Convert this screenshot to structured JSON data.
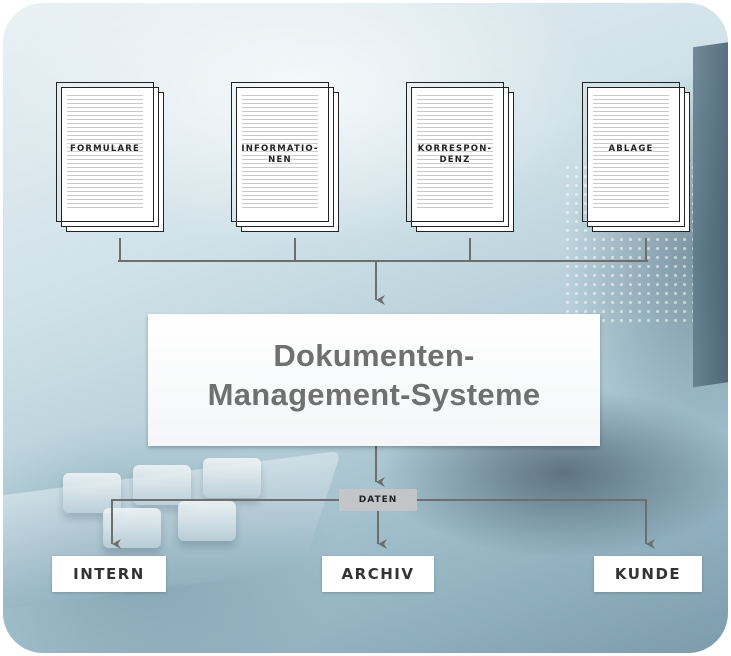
{
  "documents": [
    {
      "line1": "FORMULARE",
      "line2": ""
    },
    {
      "line1": "INFORMATIO-",
      "line2": "NEN"
    },
    {
      "line1": "KORRESPON-",
      "line2": "DENZ"
    },
    {
      "line1": "ABLAGE",
      "line2": ""
    }
  ],
  "center": {
    "line1": "Dokumenten-",
    "line2": "Management-Systeme"
  },
  "data_label": "DATEN",
  "outputs": [
    "INTERN",
    "ARCHIV",
    "KUNDE"
  ],
  "colors": {
    "line": "#6e6e6e",
    "title_text": "#707070",
    "data_label_bg": "#c2c6c8"
  }
}
